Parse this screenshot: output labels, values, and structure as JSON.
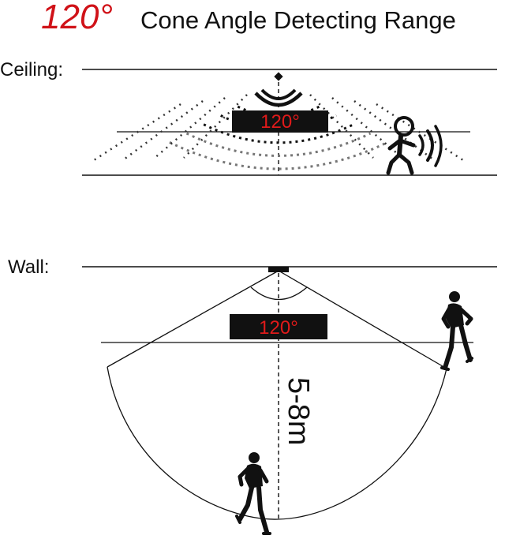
{
  "title": {
    "angle": "120°",
    "text": "Cone Angle Detecting Range"
  },
  "ceiling": {
    "label": "Ceiling:",
    "angle_badge": "120°"
  },
  "wall": {
    "label": "Wall:",
    "angle_badge": "120°",
    "distance": "5-8m"
  },
  "colors": {
    "accent": "#d01218",
    "badge_bg": "#111111",
    "badge_text": "#e01a1a",
    "ink": "#111111"
  },
  "icons": [
    "motion-sensor-icon",
    "walking-person-icon",
    "running-person-icon"
  ]
}
